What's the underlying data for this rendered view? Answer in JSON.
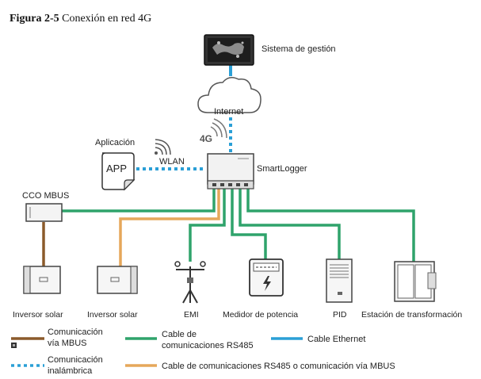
{
  "figure": {
    "number": "Figura 2-5",
    "caption": "Conexión en red 4G"
  },
  "nodes": {
    "management": "Sistema de gestión",
    "internet": "Internet",
    "network_4g": "4G",
    "app_label": "Aplicación",
    "app_text": "APP",
    "wlan": "WLAN",
    "smartlogger": "SmartLogger",
    "cco_mbus": "CCO MBUS",
    "inverter_1": "Inversor solar",
    "inverter_2": "Inversor solar",
    "emi": "EMI",
    "power_meter": "Medidor de potencia",
    "pid": "PID",
    "transformer_station": "Estación de transformación"
  },
  "legend": {
    "mbus_line1": "Comunicación",
    "mbus_line2": "vía MBUS",
    "wireless_line1": "Comunicación",
    "wireless_line2": "inalámbrica",
    "rs485_line1": "Cable de",
    "rs485_line2": "comunicaciones RS485",
    "ethernet": "Cable Ethernet",
    "rs485_or_mbus": "Cable de comunicaciones RS485 o comunicación vía MBUS"
  },
  "colors": {
    "mbus": "#8b5a2b",
    "wireless": "#2a9fd6",
    "rs485": "#2fa36b",
    "ethernet": "#2a9fd6",
    "rs485_or_mbus": "#e6a75a",
    "device_stroke": "#555555"
  }
}
